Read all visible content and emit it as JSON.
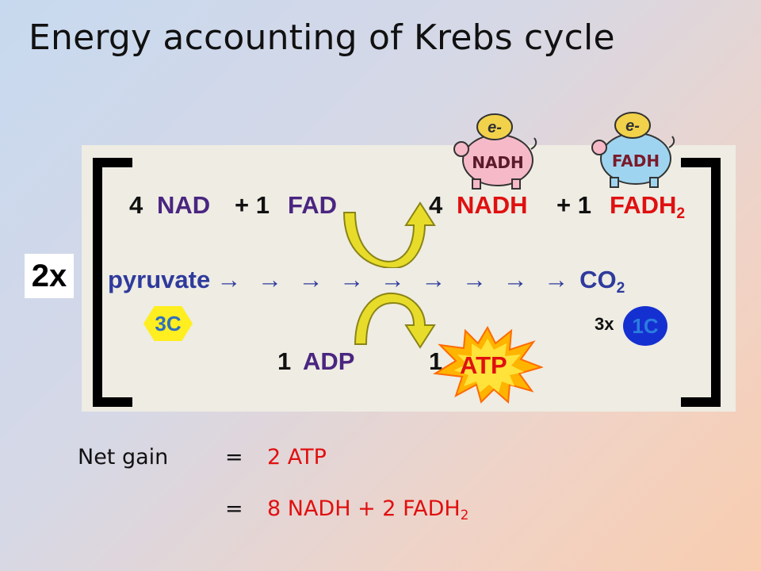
{
  "title": "Energy accounting of Krebs cycle",
  "multiplier": "2x",
  "top_row": {
    "in_nad_count": "4",
    "in_nad": "NAD",
    "in_plus_fad_count": "+ 1",
    "in_fad": "FAD",
    "out_nadh_count": "4",
    "out_nadh": "NADH",
    "out_plus_fadh_count": "+ 1",
    "out_fadh": "FADH",
    "out_fadh_sub": "2"
  },
  "pathway": {
    "start": "pyruvate",
    "arrows": "→ → → → → → → → →",
    "end": "CO",
    "end_sub": "2"
  },
  "carbons": {
    "start": "3C",
    "end_mult": "3x",
    "end": "1C"
  },
  "bottom_row": {
    "adp_count": "1",
    "adp": "ADP",
    "atp_count": "1",
    "atp": "ATP"
  },
  "pigs": {
    "nadh_coin": "e-",
    "nadh_label": "NADH",
    "fadh_coin": "e-",
    "fadh_label": "FADH"
  },
  "net_gain": {
    "label": "Net gain",
    "eq": "=",
    "value1": "2 ATP",
    "value2": "8 NADH + 2 FADH",
    "value2_sub": "2"
  },
  "colors": {
    "purple": "#4a2580",
    "red": "#e01010",
    "blue": "#2f3a9c",
    "hex_yellow": "#ffee20",
    "circle_blue": "#1530d0",
    "pig_pink": "#f6b9c8",
    "pig_blue": "#9fd4f0"
  }
}
